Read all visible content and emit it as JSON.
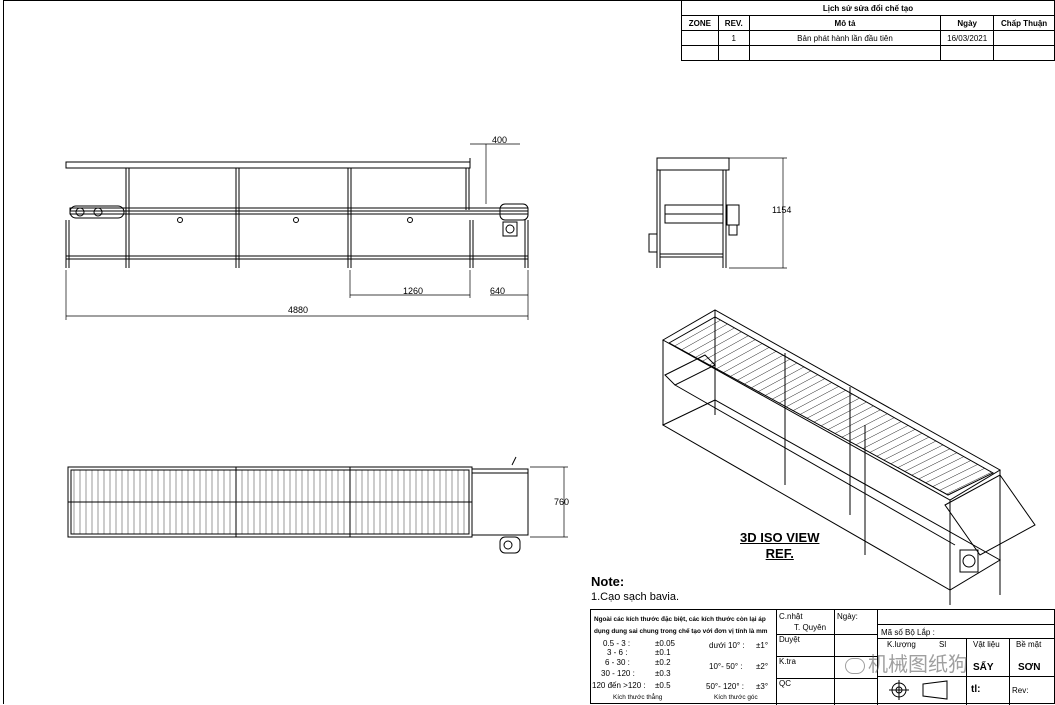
{
  "revision_table": {
    "title": "Lịch sử sửa đổi chế tạo",
    "headers": [
      "ZONE",
      "REV.",
      "Mô tả",
      "Ngày",
      "Chấp Thuận"
    ],
    "rows": [
      [
        "",
        "1",
        "Bản phát hành lần đầu tiên",
        "16/03/2021",
        ""
      ]
    ]
  },
  "dimensions": {
    "overall_length": "4880",
    "segment": "1260",
    "end_segment": "640",
    "top_offset": "400",
    "height": "1154",
    "width": "760"
  },
  "iso_label": {
    "line1": "3D ISO VIEW",
    "line2": "REF."
  },
  "note": {
    "title": "Note:",
    "items": [
      "1.Cạo sạch bavia."
    ]
  },
  "tolerance": {
    "header_line1": "Ngoài các kích thước đặc biệt, các kích thước còn lại áp",
    "header_line2": "dụng dung sai chung trong chế tạo với đơn vị tính là mm",
    "linear": [
      {
        "range": "0.5 - 3 :",
        "tol": "±0.05"
      },
      {
        "range": "3 - 6 :",
        "tol": "±0.1"
      },
      {
        "range": "6 - 30 :",
        "tol": "±0.2"
      },
      {
        "range": "30 - 120 :",
        "tol": "±0.3"
      },
      {
        "range": "120 đến >120 :",
        "tol": "±0.5"
      }
    ],
    "angular": [
      {
        "range": "dưới 10° :",
        "tol": "±1°"
      },
      {
        "range": "10°- 50° :",
        "tol": "±2°"
      },
      {
        "range": "50°- 120° :",
        "tol": "±3°"
      }
    ],
    "linear_label": "Kích thước thẳng",
    "angular_label": "Kích thước góc"
  },
  "title_block": {
    "cnhat": "C.nhật",
    "cnhat_name": "T. Quyên",
    "duyet": "Duyệt",
    "ktra": "K.tra",
    "qc": "QC",
    "ngay": "Ngày:",
    "ma_so": "Mã số Bộ Lắp :",
    "kluong": "K.lượng",
    "sl": "Sl",
    "vat_lieu": "Vật liệu",
    "be_mat": "Bề mặt",
    "son": "SƠN",
    "say": "SẤY",
    "tl": "tl:",
    "rev": "Rev:"
  },
  "watermark": "机械图纸狗"
}
